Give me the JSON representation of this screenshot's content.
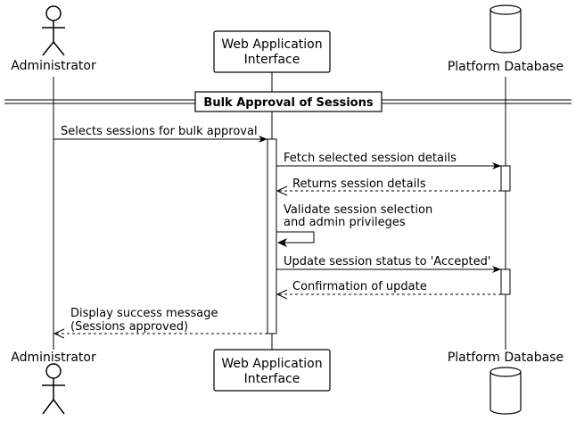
{
  "participants": {
    "admin": {
      "label": "Administrator"
    },
    "web": {
      "label_lines": [
        "Web Application",
        "Interface"
      ]
    },
    "db": {
      "label": "Platform Database"
    }
  },
  "divider": {
    "label": "Bulk Approval of Sessions"
  },
  "messages": [
    {
      "from": "admin",
      "to": "web",
      "kind": "sync",
      "lines": [
        "Selects sessions for bulk approval"
      ]
    },
    {
      "from": "web",
      "to": "db",
      "kind": "sync",
      "lines": [
        "Fetch selected session details"
      ]
    },
    {
      "from": "db",
      "to": "web",
      "kind": "return",
      "lines": [
        "Returns session details"
      ]
    },
    {
      "from": "web",
      "to": "web",
      "kind": "self",
      "lines": [
        "Validate session selection",
        "and admin privileges"
      ]
    },
    {
      "from": "web",
      "to": "db",
      "kind": "sync",
      "lines": [
        "Update session status to 'Accepted'"
      ]
    },
    {
      "from": "db",
      "to": "web",
      "kind": "return",
      "lines": [
        "Confirmation of update"
      ]
    },
    {
      "from": "web",
      "to": "admin",
      "kind": "return",
      "lines": [
        "Display success message",
        "(Sessions approved)"
      ]
    }
  ],
  "colors": {
    "line": "#000000",
    "background": "#ffffff"
  }
}
